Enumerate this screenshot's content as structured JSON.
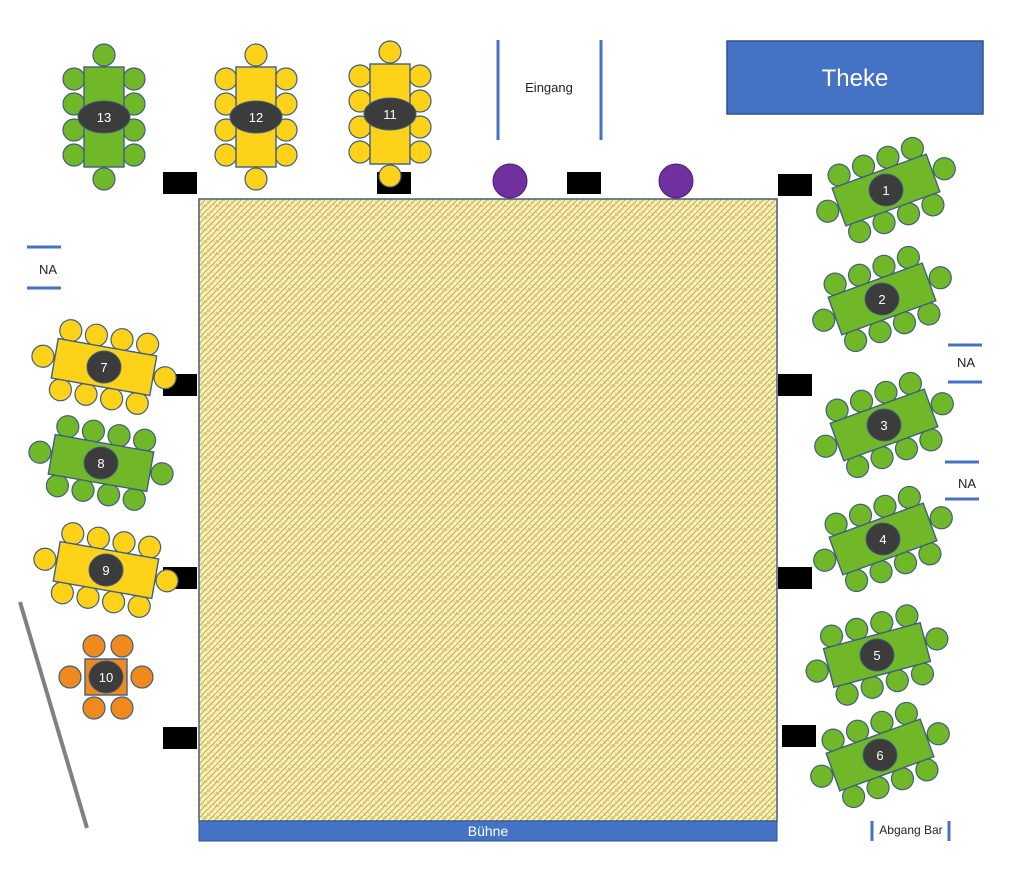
{
  "labels": {
    "theke": "Theke",
    "eingang": "Eingang",
    "buehne": "Bühne",
    "abgang_bar": "Abgang Bar",
    "na_left": "NA",
    "na_right_1": "NA",
    "na_right_2": "NA"
  },
  "tables": [
    {
      "number": "1",
      "color": "green"
    },
    {
      "number": "2",
      "color": "green"
    },
    {
      "number": "3",
      "color": "green"
    },
    {
      "number": "4",
      "color": "green"
    },
    {
      "number": "5",
      "color": "green"
    },
    {
      "number": "6",
      "color": "green"
    },
    {
      "number": "7",
      "color": "yellow"
    },
    {
      "number": "8",
      "color": "green"
    },
    {
      "number": "9",
      "color": "yellow"
    },
    {
      "number": "10",
      "color": "orange"
    },
    {
      "number": "11",
      "color": "yellow"
    },
    {
      "number": "12",
      "color": "yellow"
    },
    {
      "number": "13",
      "color": "green"
    }
  ],
  "colors": {
    "green": "#70b828",
    "yellow": "#ffd21a",
    "orange": "#f08a1c",
    "outline": "#3f5f80",
    "label_oval": "#3c3c3c",
    "stage_blue": "#4472c4",
    "dance_floor": "#f7f1c4",
    "dance_pattern": "#c9a531",
    "purple": "#7030a0",
    "block": "#000000",
    "divider": "#808080"
  }
}
